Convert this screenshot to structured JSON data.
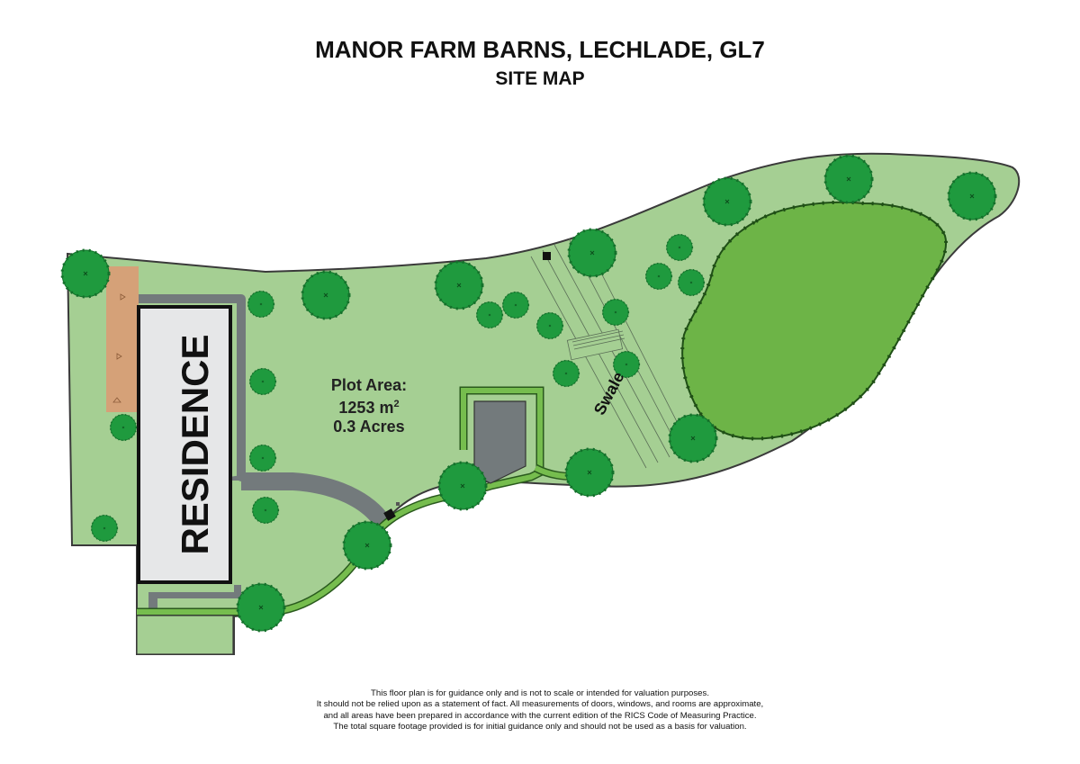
{
  "header": {
    "title": "MANOR FARM BARNS, LECHLADE, GL7",
    "subtitle": "SITE MAP"
  },
  "map": {
    "building_label": "RESIDENCE",
    "plot_area_label": "Plot Area:",
    "plot_area_sqm_value": "1253 m",
    "plot_area_sqm_unit_sup": "2",
    "plot_area_acres": "0.3 Acres",
    "swale_label": "Swale"
  },
  "disclaimer": [
    "This floor plan is for guidance only and is not to scale or intended for valuation purposes.",
    "It should not be relied upon as a statement of fact. All measurements of doors, windows, and rooms are approximate,",
    "and all areas have been prepared in accordance with the current edition of the RICS Code of Measuring Practice.",
    "The total square footage provided is for initial guidance only and should not be used as a basis for valuation."
  ],
  "colors": {
    "plot_fill": "#a5cf93",
    "boundary": "#3a3a3a",
    "tree_fill": "#1f9a3e",
    "woodland_fill": "#6db447",
    "path_green": "#76bd4e",
    "driveway": "#737a7c",
    "building_fill": "#e6e7e8",
    "patio": "#d5a178"
  }
}
